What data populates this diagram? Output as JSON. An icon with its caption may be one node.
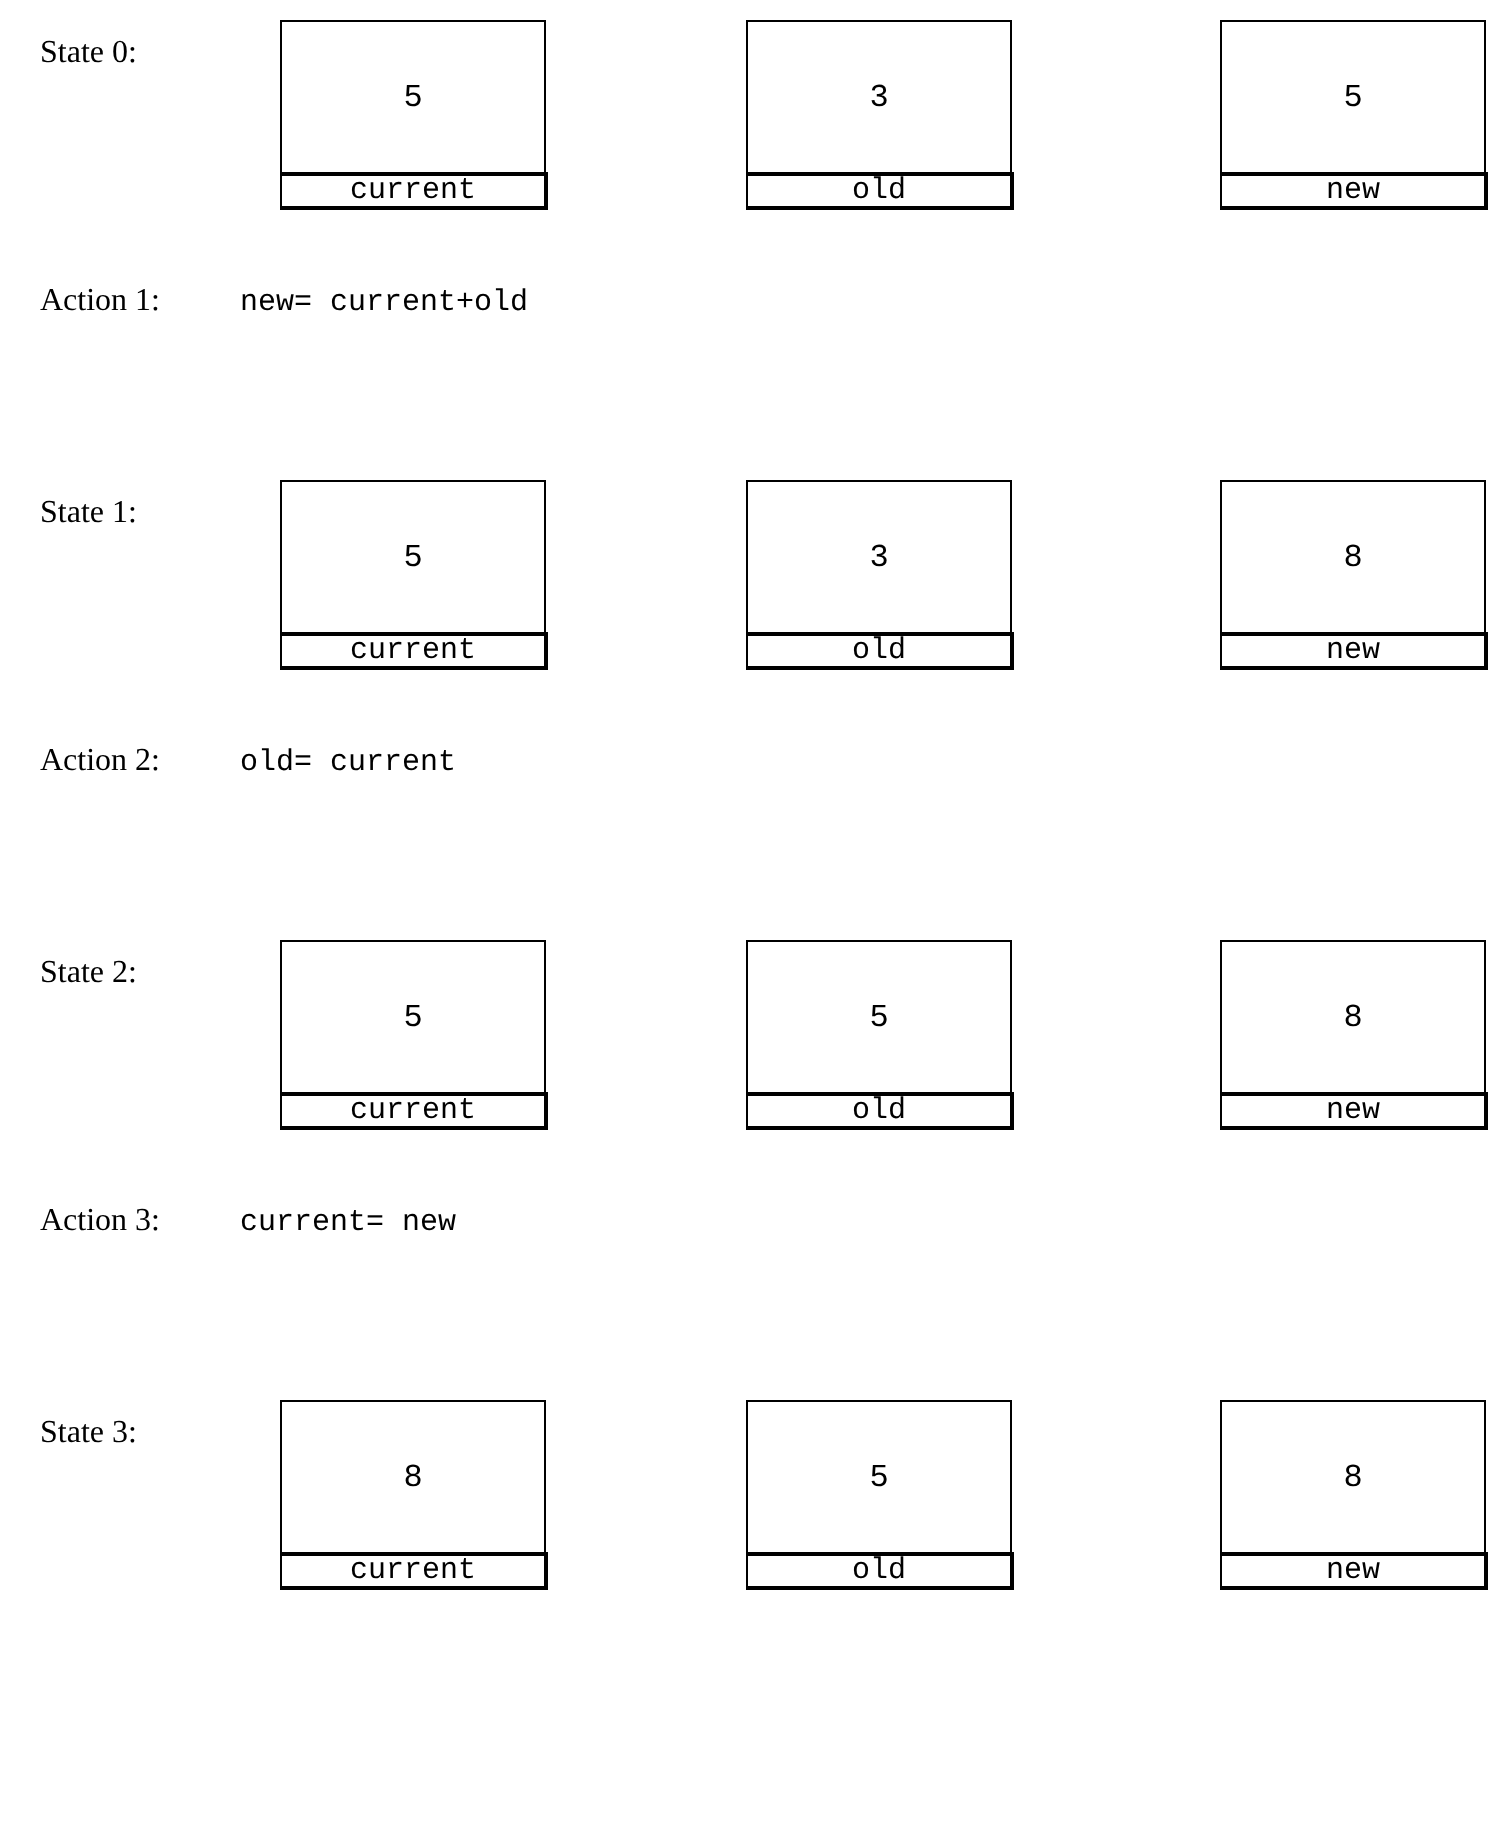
{
  "diagram": {
    "nodes": [
      {
        "text": [
          "5",
          "current"
        ]
      },
      {
        "text": [
          "3",
          "old"
        ]
      },
      {
        "text": [
          "5",
          "new"
        ]
      },
      {
        "text": [
          "5",
          "current"
        ]
      },
      {
        "text": [
          "3",
          "old"
        ]
      },
      {
        "text": [
          "8",
          "new"
        ]
      },
      {
        "text": [
          "5",
          "current"
        ]
      },
      {
        "text": [
          "5",
          "old"
        ]
      },
      {
        "text": [
          "8",
          "new"
        ]
      },
      {
        "text": [
          "8",
          "current"
        ]
      },
      {
        "text": [
          "5",
          "old"
        ]
      },
      {
        "text": [
          "8",
          "new"
        ]
      }
    ],
    "labels": [
      "State 0:",
      "Action 1:",
      "new= current+old",
      "State 1:",
      "Action 2:",
      "old= current",
      "State 2:",
      "Action 3:",
      "current= new",
      "State 3:"
    ]
  }
}
